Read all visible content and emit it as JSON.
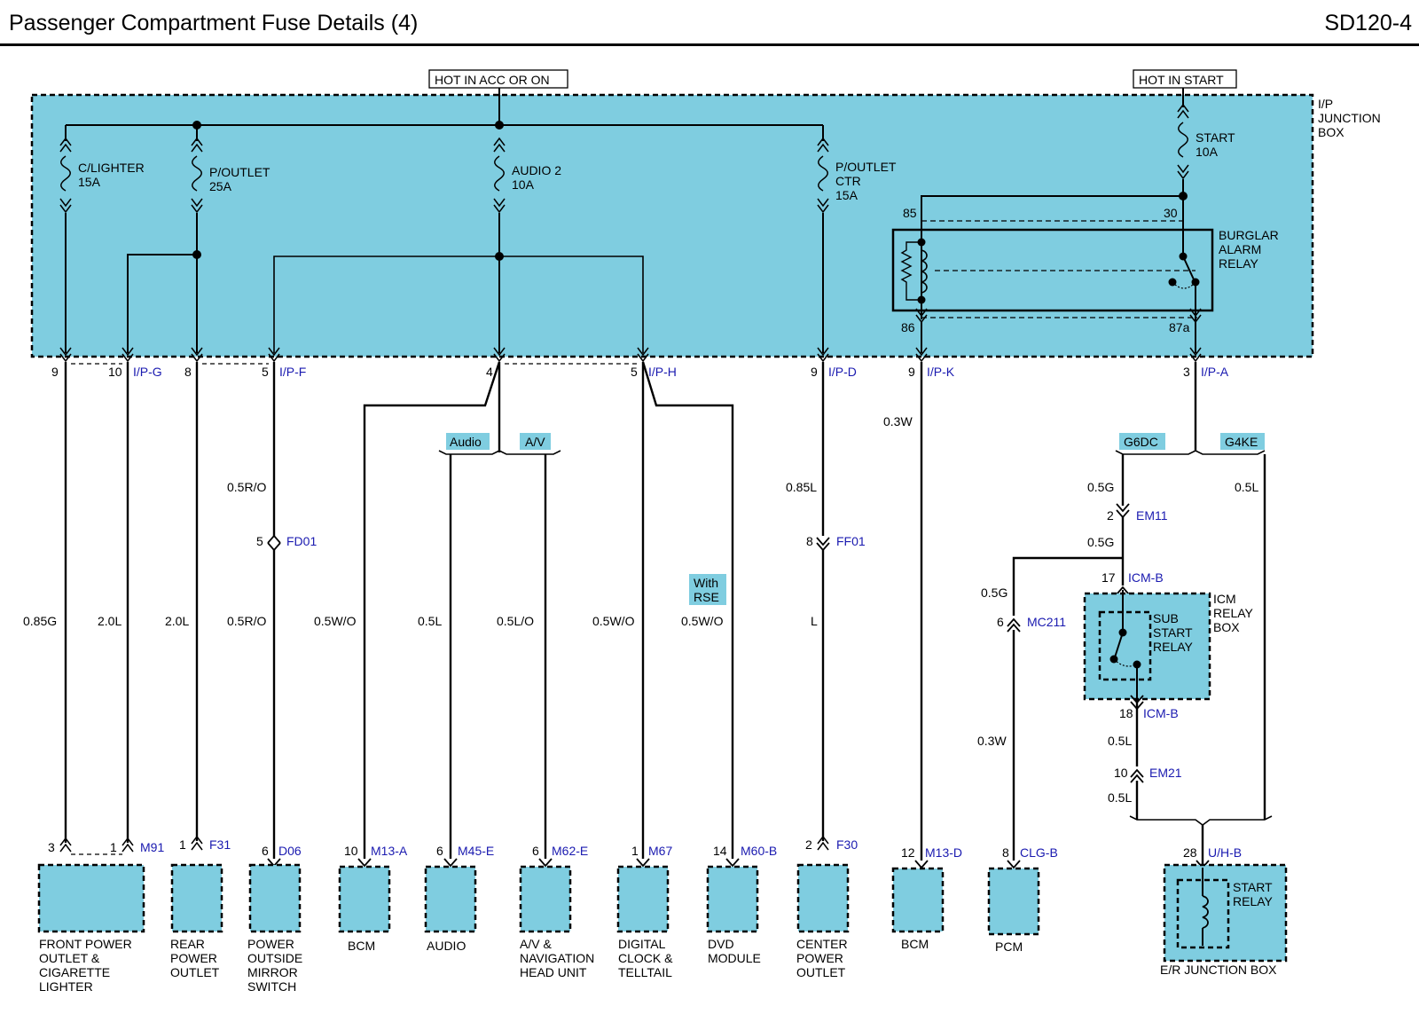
{
  "header": {
    "title": "Passenger Compartment Fuse Details (4)",
    "page_code": "SD120-4"
  },
  "power_labels": {
    "acc_on": "HOT IN ACC OR ON",
    "start": "HOT IN START"
  },
  "junction_box": [
    "I/P",
    "JUNCTION",
    "BOX"
  ],
  "fuses": {
    "clighter": [
      "C/LIGHTER",
      "15A"
    ],
    "poutlet": [
      "P/OUTLET",
      "25A"
    ],
    "audio2": [
      "AUDIO 2",
      "10A"
    ],
    "poutlet_ctr": [
      "P/OUTLET",
      "CTR",
      "15A"
    ],
    "start": [
      "START",
      "10A"
    ]
  },
  "relay": {
    "name": [
      "BURGLAR",
      "ALARM",
      "RELAY"
    ],
    "pins": {
      "p85": "85",
      "p30": "30",
      "p86": "86",
      "p87a": "87a"
    }
  },
  "jb_pins": {
    "p1": "9",
    "p2": "10",
    "p2c": "I/P-G",
    "p3": "8",
    "p4": "5",
    "p4c": "I/P-F",
    "p5": "4",
    "p6": "5",
    "p6c": "I/P-H",
    "p7": "9",
    "p7c": "I/P-D",
    "p8": "9",
    "p8c": "I/P-K",
    "p9": "3",
    "p9c": "I/P-A"
  },
  "options": {
    "audio": "Audio",
    "av": "A/V",
    "rse": [
      "With",
      "RSE"
    ],
    "g6dc": "G6DC",
    "g4ke": "G4KE"
  },
  "wires": {
    "w1": "0.85G",
    "w2": "2.0L",
    "w3": "2.0L",
    "w4a": "0.5R/O",
    "w4b": "0.5R/O",
    "w5": "0.5W/O",
    "w6": "0.5L",
    "w7": "0.5L/O",
    "w8": "0.5W/O",
    "w9": "0.5W/O",
    "w10a": "0.85L",
    "w10b": "L",
    "w11": "0.3W",
    "w12a": "0.5G",
    "w12b": "0.3W",
    "w13a": "0.5G",
    "w13b": "0.5G",
    "w13c": "0.5L",
    "w13d": "0.5L",
    "w14": "0.5L"
  },
  "inline_connectors": {
    "fd01": [
      "5",
      "FD01"
    ],
    "ff01": [
      "8",
      "FF01"
    ],
    "em11": [
      "2",
      "EM11"
    ],
    "mc211": [
      "6",
      "MC211"
    ],
    "em21": [
      "10",
      "EM21"
    ]
  },
  "icm": {
    "pin_in": [
      "17",
      "ICM-B"
    ],
    "pin_out": [
      "18",
      "ICM-B"
    ],
    "box_label": [
      "ICM",
      "RELAY",
      "BOX"
    ],
    "relay_label": [
      "SUB",
      "START",
      "RELAY"
    ]
  },
  "components": {
    "c1": {
      "pins": [
        "3",
        "1",
        "M91"
      ],
      "name": [
        "FRONT POWER",
        "OUTLET &",
        "CIGARETTE",
        "LIGHTER"
      ]
    },
    "c2": {
      "pin": "1",
      "conn": "F31",
      "name": [
        "REAR",
        "POWER",
        "OUTLET"
      ]
    },
    "c3": {
      "pin": "6",
      "conn": "D06",
      "name": [
        "POWER",
        "OUTSIDE",
        "MIRROR",
        "SWITCH"
      ]
    },
    "c4": {
      "pin": "10",
      "conn": "M13-A",
      "name": [
        "BCM"
      ]
    },
    "c5": {
      "pin": "6",
      "conn": "M45-E",
      "name": [
        "AUDIO"
      ]
    },
    "c6": {
      "pin": "6",
      "conn": "M62-E",
      "name": [
        "A/V &",
        "NAVIGATION",
        "HEAD UNIT"
      ]
    },
    "c7": {
      "pin": "1",
      "conn": "M67",
      "name": [
        "DIGITAL",
        "CLOCK &",
        "TELLTAIL"
      ]
    },
    "c8": {
      "pin": "14",
      "conn": "M60-B",
      "name": [
        "DVD",
        "MODULE"
      ]
    },
    "c9": {
      "pin": "2",
      "conn": "F30",
      "name": [
        "CENTER",
        "POWER",
        "OUTLET"
      ]
    },
    "c10": {
      "pin": "12",
      "conn": "M13-D",
      "name": [
        "BCM"
      ]
    },
    "c11": {
      "pin": "8",
      "conn": "CLG-B",
      "name": [
        "PCM"
      ]
    },
    "c12": {
      "pin": "28",
      "conn": "U/H-B",
      "name": [
        "E/R JUNCTION BOX"
      ],
      "relay": [
        "START",
        "RELAY"
      ]
    }
  },
  "colors": {
    "fill": "#7fcde0",
    "ink": "#000000",
    "connector_text": "#1a1ab0"
  }
}
